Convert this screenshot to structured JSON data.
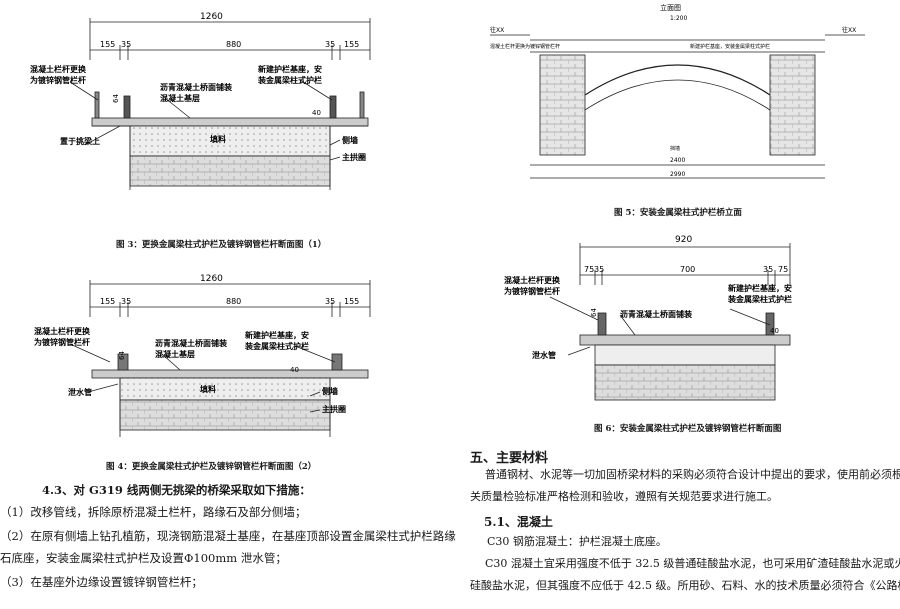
{
  "fig3": {
    "caption": "图 3：更换金属梁柱式护栏及镀锌钢管栏杆断面图（1）",
    "dim_total": "1260",
    "dims": [
      "155",
      "35",
      "880",
      "35",
      "155"
    ],
    "labels": {
      "replace_railing": [
        "混凝土栏杆更换",
        "为镀锌钢管栏杆"
      ],
      "asphalt": [
        "沥青混凝土桥面铺装",
        "混凝土基层"
      ],
      "new_base": [
        "新建护栏基座，安",
        "装金属梁柱式护栏"
      ],
      "on_cantilever": "置于挑梁上",
      "side_wall": "侧墙",
      "main_arch": "主拱圈",
      "fill": "填料",
      "d64": "64",
      "d40": "40"
    }
  },
  "fig4": {
    "caption": "图 4：更换金属梁柱式护栏及镀锌钢管栏杆断面图（2）",
    "dim_total": "1260",
    "dims": [
      "155",
      "35",
      "880",
      "35",
      "155"
    ],
    "labels": {
      "replace_railing": [
        "混凝土栏杆更换",
        "为镀锌钢管栏杆"
      ],
      "asphalt": [
        "沥青混凝土桥面铺装",
        "混凝土基层"
      ],
      "new_base": [
        "新建护栏基座，安",
        "装金属梁柱式护栏"
      ],
      "drain": "泄水管",
      "side_wall": "侧墙",
      "main_arch": "主拱圈",
      "fill": "填料",
      "d64": "64",
      "d40": "40"
    }
  },
  "fig5": {
    "caption": "图 5：安装金属梁柱式护栏桥立面",
    "title": "立面图",
    "scale": "1:200",
    "labels": {
      "left_to": "往XX",
      "right_to": "往XX",
      "replace": "混凝土栏杆更换为镀锌钢管栏杆",
      "new": "新建护栏基座，安装金属梁柱式护栏",
      "arch": "挡墙",
      "total_len": "2990",
      "span": "2400"
    }
  },
  "fig6": {
    "caption": "图 6：安装金属梁柱式护栏及镀锌钢管栏杆断面图",
    "dim_total": "920",
    "dims": [
      "75",
      "35",
      "700",
      "35",
      "75"
    ],
    "labels": {
      "replace_railing": [
        "混凝土栏杆更换",
        "为镀锌钢管栏杆"
      ],
      "asphalt": "沥青混凝土桥面铺装",
      "new_base": [
        "新建护栏基座，安",
        "装金属梁柱式护栏"
      ],
      "drain": "泄水管",
      "d64": "64",
      "d40": "40"
    }
  },
  "left_text": {
    "heading": "4.3、对 G319 线两侧无挑梁的桥梁采取如下措施：",
    "items": [
      "（1）改移管线，拆除原桥混凝土栏杆，路缘石及部分侧墙；",
      "（2）在原有侧墙上钻孔植筋，现浇钢筋混凝土基座，在基座顶部设置金属梁柱式护栏路缘",
      "石底座，安装金属梁柱式护栏及设置Φ100mm 泄水管；",
      "（3）在基座外边缘设置镀锌钢管栏杆；"
    ]
  },
  "right_text": {
    "section_title": "五、主要材料",
    "para1": [
      "普通钢材、水泥等一切加固桥梁材料的采购必须符合设计中提出的要求，使用前必须根据有",
      "关质量检验标准严格检测和验收，遵照有关规范要求进行施工。"
    ],
    "sub_title": "5.1、混凝土",
    "line1": "C30 钢筋混凝土：护栏混凝土底座。",
    "para2": [
      "C30 混凝土宜采用强度不低于 32.5 级普通硅酸盐水泥，也可采用矿渣硅酸盐水泥或火山灰质",
      "硅酸盐水泥，但其强度不应低于 42.5 级。所用砂、石料、水的技术质量必须符合《公路桥涵施"
    ]
  }
}
